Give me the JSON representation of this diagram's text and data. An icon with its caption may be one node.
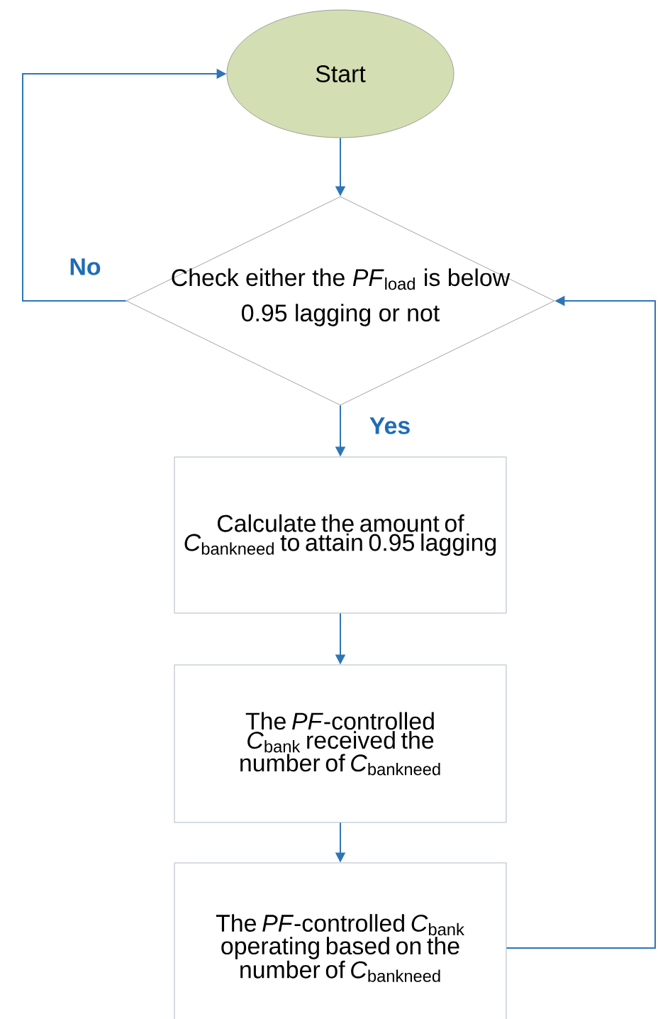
{
  "diagram": {
    "nodes": [
      {
        "text": [
          "Start"
        ]
      },
      {
        "text": [
          "Check either the *PF*$_{load}$ is below 0.95 lagging or not"
        ]
      },
      {
        "text": [
          "Calculate the amount of *C*$_{bankneed}$ to attain 0.95 lagging"
        ]
      },
      {
        "text": [
          "The *PF*-controlled *C*$_{bank}$ received the number of *C*$_{bankneed}$"
        ]
      },
      {
        "text": [
          "The *PF*-controlled *C*$_{bank}$ operating based on the number of *C*$_{bankneed}$"
        ]
      }
    ],
    "edges": [
      {
        "from": 0,
        "to": 1,
        "arrow": "to"
      },
      {
        "from": 1,
        "to": 0,
        "arrow": "to",
        "label": "No"
      },
      {
        "from": 1,
        "to": 2,
        "arrow": "to",
        "label": "Yes"
      },
      {
        "from": 2,
        "to": 3,
        "arrow": "to"
      },
      {
        "from": 3,
        "to": 4,
        "arrow": "to"
      },
      {
        "from": 4,
        "to": 1,
        "arrow": "to"
      }
    ]
  }
}
